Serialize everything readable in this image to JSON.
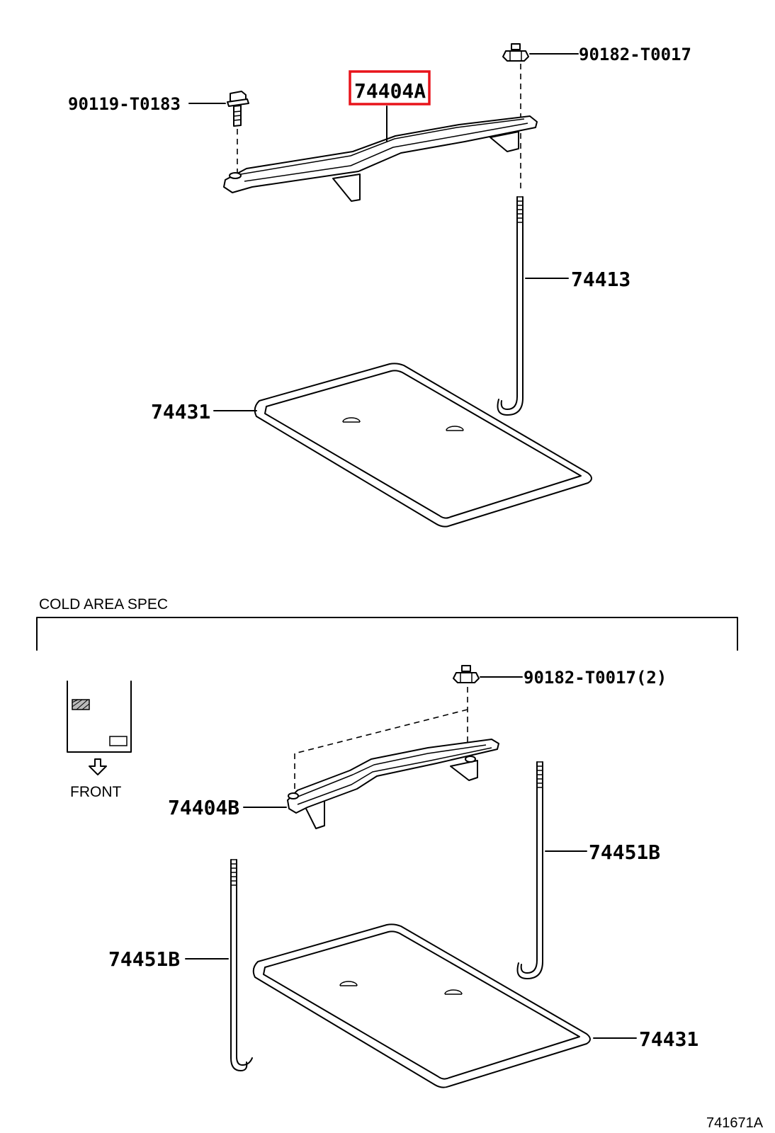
{
  "diagram": {
    "section_title": "COLD AREA SPEC",
    "front_label": "FRONT",
    "illustration_code": "741671A",
    "highlight_color": "#e8141b",
    "upper_parts": {
      "bolt_top_right": "90182-T0017",
      "bolt_left": "90119-T0183",
      "clamp": "74404A",
      "rod": "74413",
      "tray": "74431"
    },
    "lower_parts": {
      "bolt_top": "90182-T0017(2)",
      "clamp": "74404B",
      "rod_right": "74451B",
      "rod_left": "74451B",
      "tray": "74431"
    }
  }
}
